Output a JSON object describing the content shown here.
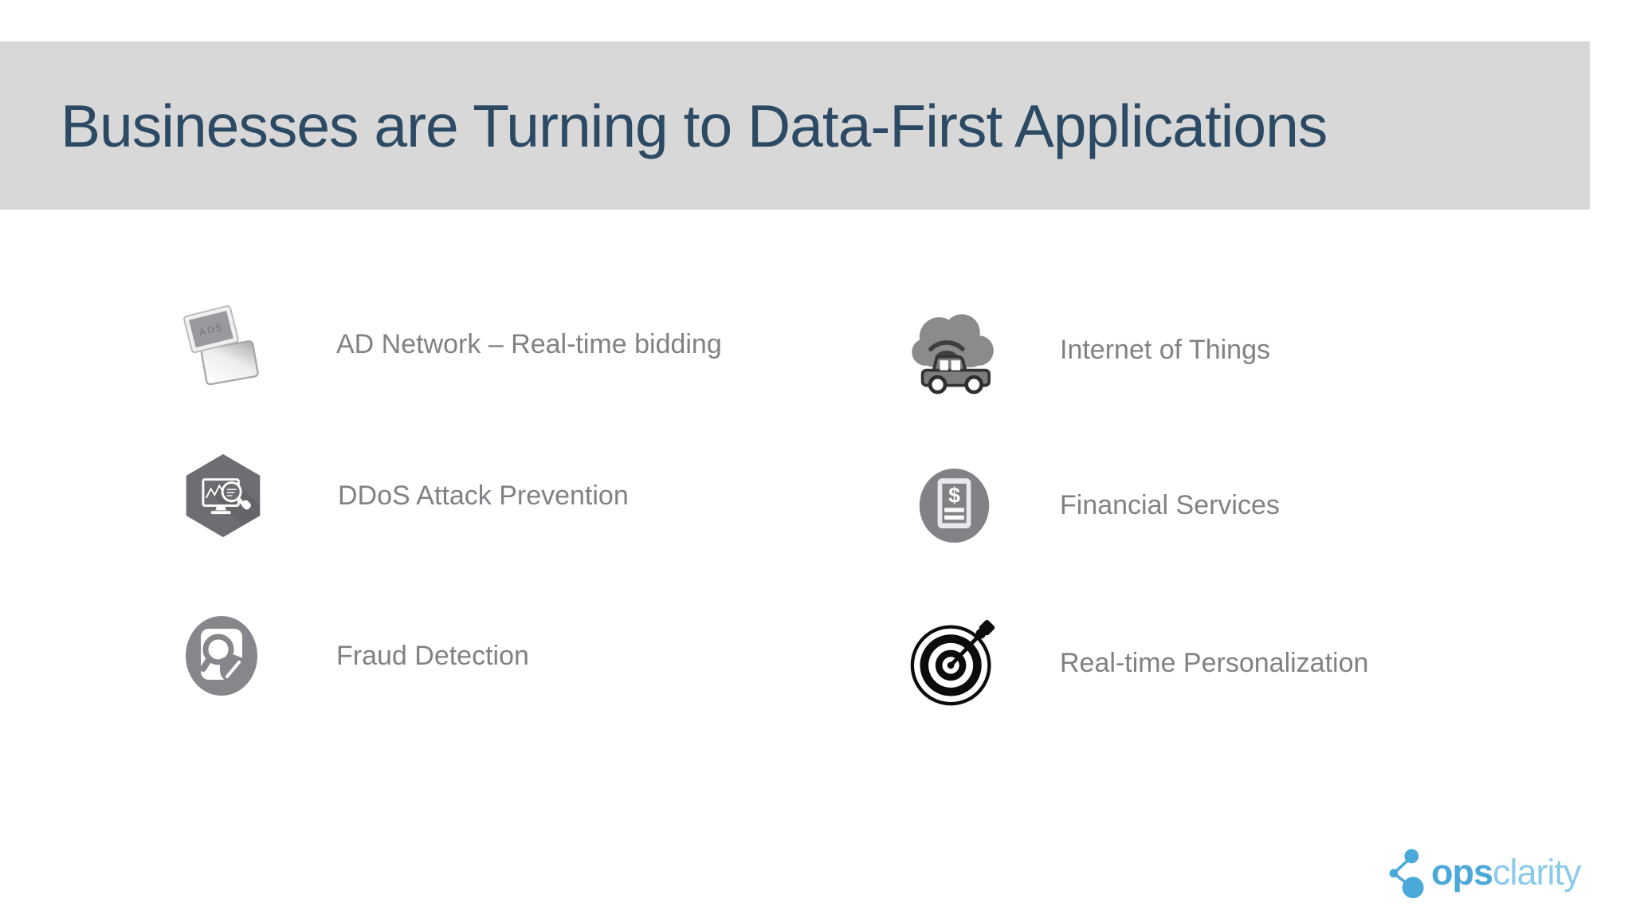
{
  "title": "Businesses are Turning to Data-First Applications",
  "items": {
    "left": [
      {
        "label": "AD Network – Real-time bidding",
        "icon": "ads-billboard-icon"
      },
      {
        "label": "DDoS Attack Prevention",
        "icon": "ddos-monitor-hexagon-icon"
      },
      {
        "label": "Fraud Detection",
        "icon": "fraud-magnifier-shield-icon"
      }
    ],
    "right": [
      {
        "label": "Internet of Things",
        "icon": "iot-cloud-car-icon"
      },
      {
        "label": "Financial Services",
        "icon": "financial-document-icon"
      },
      {
        "label": "Real-time Personalization",
        "icon": "personalization-target-icon"
      }
    ]
  },
  "icons": {
    "ads_label": "ADS",
    "financial_symbol": "$"
  },
  "logo": {
    "name_bold": "ops",
    "name_light": "clarity"
  },
  "colors": {
    "band_bg": "#d8d8d8",
    "title": "#2c4a63",
    "label": "#818185",
    "icon_gray": "#87878b",
    "icon_dark": "#3a3a3c",
    "hex_gray": "#6e6e72",
    "target_black": "#0c0c0c",
    "logo_teal": "#4aa9d9",
    "logo_teal_light": "#8ccae9"
  }
}
